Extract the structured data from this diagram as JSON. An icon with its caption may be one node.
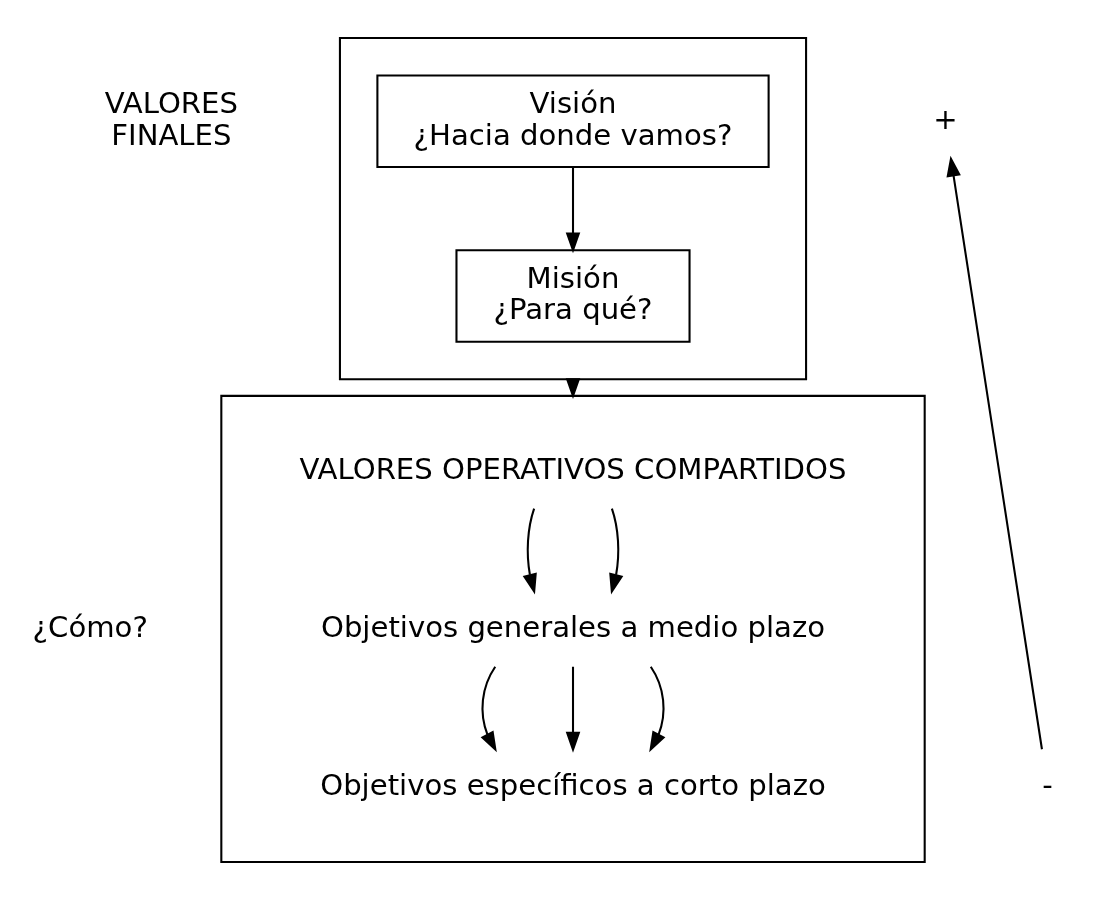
{
  "diagram": {
    "nodes": [
      {
        "text": [],
        "shape": "box"
      },
      {
        "text": [
          "Visión ¿Hacia donde vamos?"
        ],
        "in": 0
      },
      {
        "text": [
          "Misión ¿Para qué?"
        ],
        "in": 0
      },
      {
        "text": [],
        "shape": "box"
      },
      {
        "text": [
          "VALORES OPERATIVOS COMPARTIDOS"
        ],
        "in": 3
      },
      {
        "text": [
          "Objetivos generales a medio plazo"
        ],
        "in": 3
      },
      {
        "text": [
          "Objetivos específicos a corto plazo"
        ],
        "in": 3
      },
      {
        "text": [
          "-"
        ]
      },
      {
        "text": [
          "+"
        ]
      }
    ],
    "edges": [
      {
        "from": 1,
        "to": 2,
        "arrow": "to"
      },
      {
        "from": 0,
        "to": 3,
        "arrow": "to"
      },
      {
        "from": 4,
        "to": 5,
        "arrow": "to"
      },
      {
        "from": 4,
        "to": 5,
        "arrow": "to"
      },
      {
        "from": 5,
        "to": 6,
        "arrow": "to"
      },
      {
        "from": 5,
        "to": 6,
        "arrow": "to"
      },
      {
        "from": 5,
        "to": 6,
        "arrow": "to"
      },
      {
        "from": 7,
        "to": 8,
        "arrow": "to"
      }
    ],
    "labels": [
      "VALORES FINALES",
      "¿Cómo?"
    ]
  }
}
